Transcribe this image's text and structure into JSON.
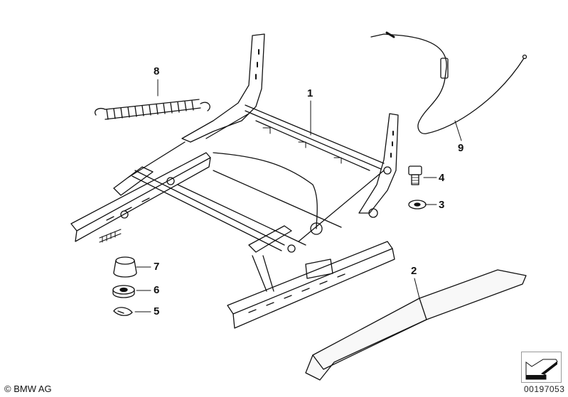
{
  "diagram": {
    "callouts": [
      "1",
      "2",
      "3",
      "4",
      "5",
      "6",
      "7",
      "8",
      "9"
    ],
    "copyright": "© BMW AG",
    "image_number": "00197053"
  },
  "parts": [
    {
      "number": "1",
      "name": "seat-frame"
    },
    {
      "number": "2",
      "name": "rail-cover"
    },
    {
      "number": "3",
      "name": "washer"
    },
    {
      "number": "4",
      "name": "bolt"
    },
    {
      "number": "5",
      "name": "clip"
    },
    {
      "number": "6",
      "name": "nut"
    },
    {
      "number": "7",
      "name": "rubber-buffer"
    },
    {
      "number": "8",
      "name": "tension-spring"
    },
    {
      "number": "9",
      "name": "bowden-cable"
    }
  ]
}
